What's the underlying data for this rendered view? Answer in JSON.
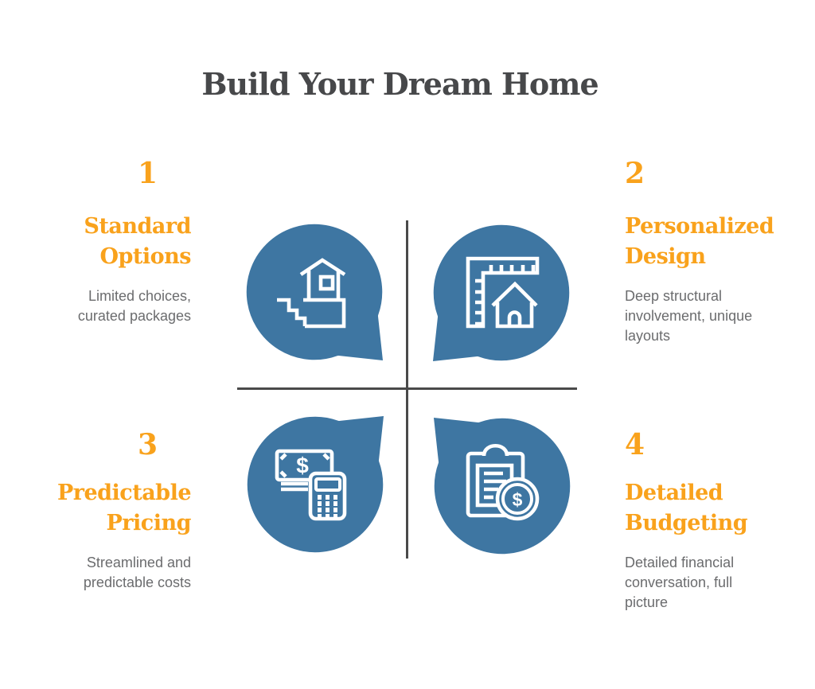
{
  "title": "Build Your Dream Home",
  "quadrants": [
    {
      "number": "1",
      "heading": "Standard Options",
      "description": "Limited choices, curated packages",
      "icon": "house-foundation-icon"
    },
    {
      "number": "2",
      "heading": "Personalized Design",
      "description": "Deep structural involvement, unique layouts",
      "icon": "ruler-square-house-icon"
    },
    {
      "number": "3",
      "heading": "Predictable Pricing",
      "description": "Streamlined and predictable costs",
      "icon": "banknote-calculator-icon"
    },
    {
      "number": "4",
      "heading": "Detailed Budgeting",
      "description": "Detailed financial conversation, full picture",
      "icon": "clipboard-coin-icon"
    }
  ],
  "icons": {
    "dollar_sign": "$"
  },
  "colors": {
    "accent_orange": "#f9a21c",
    "bubble_blue": "#3e76a2",
    "outline_white": "#ffffff",
    "title_gray": "#47484a",
    "body_gray": "#6b6c6e",
    "divider_gray": "#4a4a4a"
  }
}
